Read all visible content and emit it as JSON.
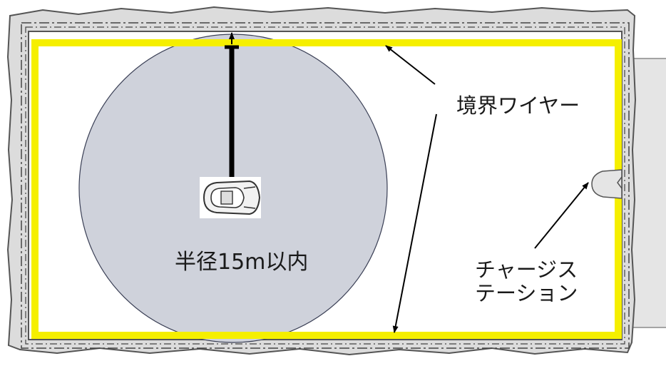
{
  "diagram": {
    "labels": {
      "boundary_wire": "境界ワイヤー",
      "radius": "半径15m以内",
      "charge_station_line1": "チャージス",
      "charge_station_line2": "テーション"
    },
    "colors": {
      "boundary_wire": "#f5ef00",
      "coverage_circle": "#cfd2db",
      "circle_outline": "#3a3f55",
      "frame_fill": "#dcdcdc",
      "frame_outline": "#555555",
      "station_fill": "#e5e5e5",
      "arrow": "#000000",
      "text": "#1a1a1a"
    }
  }
}
